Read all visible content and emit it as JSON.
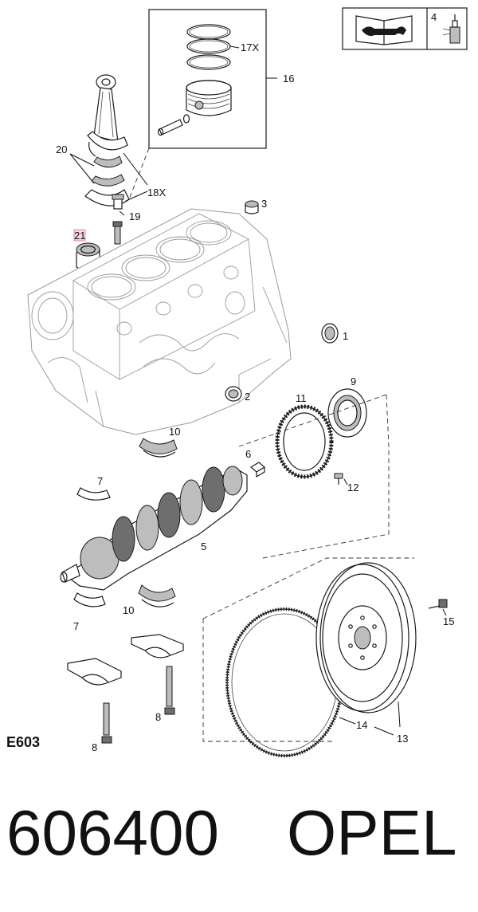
{
  "diagram": {
    "code": "E603",
    "part_number": "606400",
    "brand": "OPEL",
    "manual_box_number": "4",
    "callouts": {
      "p1": "1",
      "p2": "2",
      "p3": "3",
      "p5": "5",
      "p6": "6",
      "p7a": "7",
      "p7b": "7",
      "p8a": "8",
      "p8b": "8",
      "p9": "9",
      "p10a": "10",
      "p10b": "10",
      "p11": "11",
      "p12": "12",
      "p13": "13",
      "p14": "14",
      "p15": "15",
      "p16": "16",
      "p17": "17X",
      "p18": "18X",
      "p19": "19",
      "p20": "20",
      "p21": "21"
    }
  }
}
